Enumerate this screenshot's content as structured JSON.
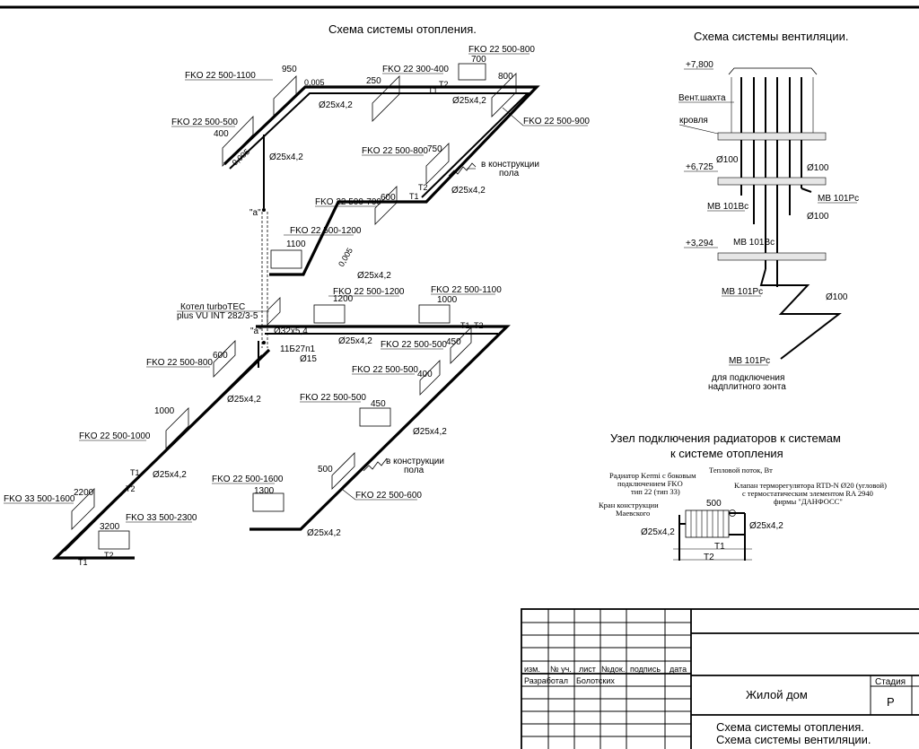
{
  "heating": {
    "title": "Схема системы отопления.",
    "radiators_upper": [
      {
        "model": "FKO 22 500-1100",
        "len": "950"
      },
      {
        "model": "FKO 22 300-400",
        "len": "250"
      },
      {
        "model": "FKO 22 500-800",
        "len": "700"
      },
      {
        "model": "FKO 22 500-500",
        "len": "400"
      },
      {
        "model": "FKO 22 500-900",
        "len": "800"
      },
      {
        "model": "FKO 22 500-800",
        "len": "750"
      },
      {
        "model": "FKO 22 500-700",
        "len": "600"
      },
      {
        "model": "FKO 22 500-1200",
        "len": "1100"
      }
    ],
    "radiators_lower": [
      {
        "model": "FKO 22 500-1200",
        "len": "1200"
      },
      {
        "model": "FKO 22 500-1100",
        "len": "1000"
      },
      {
        "model": "FKO 22 500-500",
        "len": "450"
      },
      {
        "model": "FKO 22 500-800",
        "len": "600"
      },
      {
        "model": "FKO 22 500-500",
        "len": "400"
      },
      {
        "model": "FKO 22 500-500",
        "len": "450"
      },
      {
        "model": "FKO 22 500-1000",
        "len": "1000"
      },
      {
        "model": "FKO 22 500-1600",
        "len": "1300"
      },
      {
        "model": "FKO 22 500-600",
        "len": "500"
      },
      {
        "model": "FKO 33 500-1600",
        "len": "2200"
      },
      {
        "model": "FKO 33 500-2300",
        "len": "3200"
      }
    ],
    "pipe": "Ø25x4,2",
    "pipe_boiler": "Ø32x5,4",
    "d15": "Ø15",
    "valve": "11Б27п1",
    "slope": "0,005",
    "riser_mark": "\"а\"",
    "t1": "Т1",
    "t2": "Т2",
    "in_floor": [
      "в конструкции",
      "пола"
    ],
    "boiler": [
      "Котел turboTEC",
      "plus VU INT 282/3-5"
    ]
  },
  "ventilation": {
    "title": "Схема системы вентиляции.",
    "elev_top": "+7,800",
    "shaft": "Вент.шахта",
    "roof": "кровля",
    "elev_mid": "+6,725",
    "elev_low": "+3,294",
    "d100": "Ø100",
    "mb_bc": "МВ 101Вс",
    "mb_pc": "МВ 101Рс",
    "hood": [
      "для подключения",
      "надплитного зонта"
    ]
  },
  "node": {
    "title": [
      "Узел подключения радиаторов к системам",
      "к системе отопления"
    ],
    "radiator_desc": [
      "Радиатор Kermi с боковым",
      "подключением FKO",
      "тип 22 (тип 33)"
    ],
    "heat_flow": "Тепловой поток, Вт",
    "valve_desc": [
      "Клапан терморегулятора RTD-N Ø20 (угловой)",
      "с термостатическим элементом RA 2940",
      "фирмы \"ДАНФОСС\""
    ],
    "tap_desc": [
      "Кран конструкции",
      "Маевского"
    ],
    "value": "500",
    "pipe": "Ø25x4,2",
    "t1": "Т1",
    "t2": "Т2"
  },
  "title_block": {
    "headers": [
      "изм.",
      "№ уч.",
      "лист",
      "№док.",
      "подпись",
      "дата"
    ],
    "developed_label": "Разработал",
    "developer": "Болотских",
    "project": "Жилой дом",
    "sheet_title": [
      "Схема системы отопления.",
      "Схема системы вентиляции."
    ],
    "stage_label": "Стадия",
    "stage": "Р"
  }
}
